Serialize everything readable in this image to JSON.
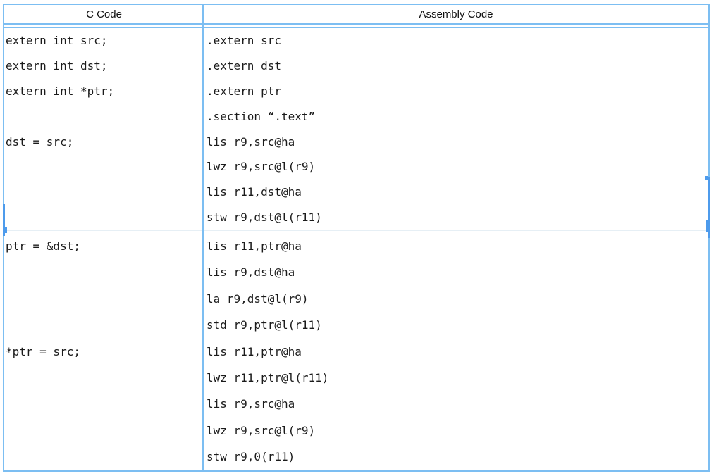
{
  "table": {
    "header": {
      "c_label": "C Code",
      "asm_label": "Assembly Code"
    },
    "rows": [
      {
        "c_lines": [
          "extern int src;",
          "extern int dst;",
          "extern int *ptr;",
          "",
          "dst = src;",
          "",
          "",
          ""
        ],
        "asm_lines": [
          ".extern src",
          ".extern dst",
          ".extern ptr",
          ".section “.text”",
          "lis r9,src@ha",
          "lwz r9,src@l(r9)",
          "lis r11,dst@ha",
          "stw r9,dst@l(r11)"
        ]
      },
      {
        "c_lines": [
          "ptr = &dst;",
          "",
          "",
          "",
          "*ptr = src;",
          "",
          "",
          "",
          ""
        ],
        "asm_lines": [
          "lis r11,ptr@ha",
          "lis r9,dst@ha",
          "la r9,dst@l(r9)",
          "std r9,ptr@l(r11)",
          "lis r11,ptr@ha",
          "lwz r11,ptr@l(r11)",
          "lis r9,src@ha",
          "lwz r9,src@l(r9)",
          "stw r9,0(r11)"
        ]
      }
    ]
  },
  "colors": {
    "table_border": "#7CBEF2",
    "split_marker": "#4D9BEC",
    "row_separator": "#E6EFF5",
    "code_text": "#1b1b1b",
    "header_text": "#111111",
    "background": "#ffffff"
  }
}
